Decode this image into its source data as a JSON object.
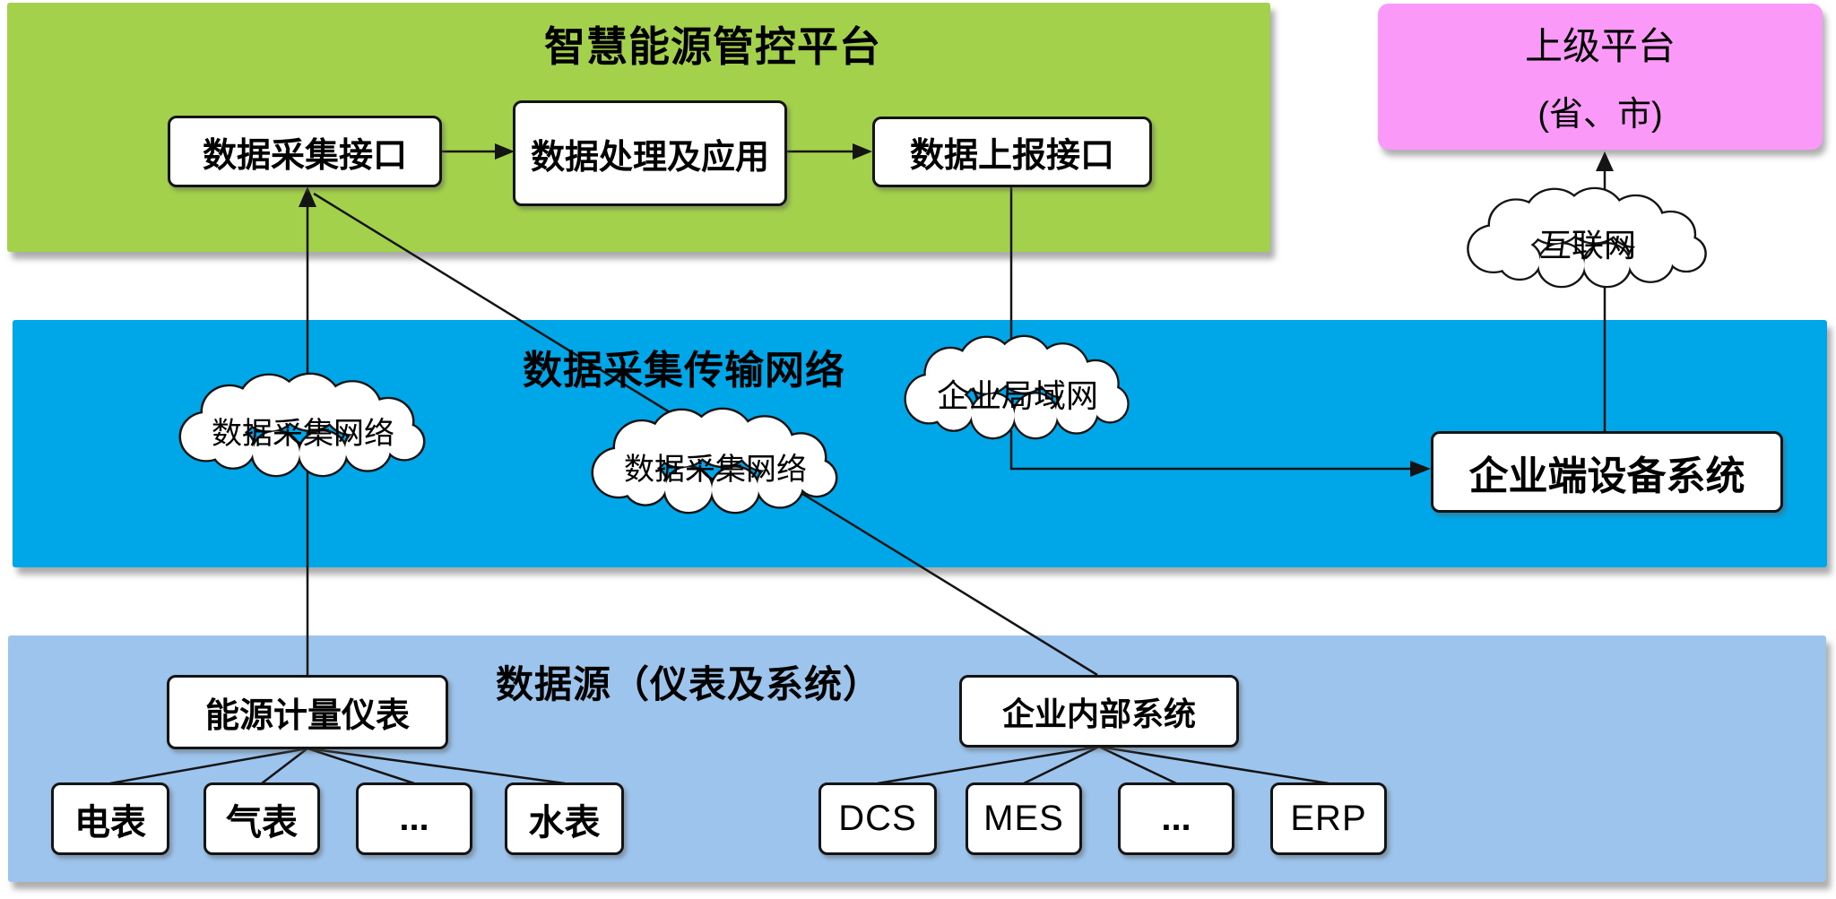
{
  "diagram": {
    "platform_band": {
      "title": "智慧能源管控平台",
      "color": "#a3d14b",
      "nodes": {
        "collect": "数据采集接口",
        "process": "数据处理及应用",
        "report": "数据上报接口"
      }
    },
    "upper_platform": {
      "line1": "上级平台",
      "line2": "(省、市)",
      "color": "#fa99f7"
    },
    "network_band": {
      "title": "数据采集传输网络",
      "color": "#00a7e8",
      "clouds": {
        "collect_net_left": "数据采集网络",
        "collect_net_mid": "数据采集网络",
        "enterprise_lan": "企业局域网"
      },
      "device_node": "企业端设备系统"
    },
    "internet_cloud": "互联网",
    "source_band": {
      "title": "数据源（仪表及系统）",
      "color": "#9cc4ec",
      "meter_group": {
        "parent": "能源计量仪表",
        "children": [
          "电表",
          "气表",
          "...",
          "水表"
        ]
      },
      "system_group": {
        "parent": "企业内部系统",
        "children": [
          "DCS",
          "MES",
          "...",
          "ERP"
        ]
      }
    },
    "line_color": "#141414",
    "node_fill": "#ffffff"
  }
}
